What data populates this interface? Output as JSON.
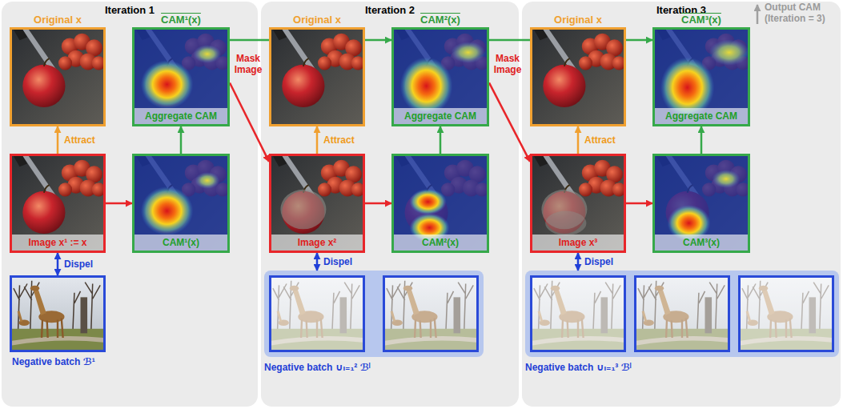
{
  "diagram": {
    "nodes": [
      {
        "text": [
          "Iteration 1"
        ]
      },
      {
        "text": [
          "Original x"
        ],
        "in": 0
      },
      {
        "text": [
          "CAM¹(x)",
          "Aggregate CAM"
        ],
        "in": 0
      },
      {
        "text": [
          "Image x¹ := x"
        ],
        "in": 0
      },
      {
        "text": [
          "CAM¹(x)"
        ],
        "in": 0
      },
      {
        "text": [
          "Negative batch ℬ¹"
        ],
        "in": 0
      },
      {
        "text": [
          "Iteration 2"
        ]
      },
      {
        "text": [
          "Original x"
        ],
        "in": 6
      },
      {
        "text": [
          "CAM²(x)",
          "Aggregate CAM"
        ],
        "in": 6
      },
      {
        "text": [
          "Image x²"
        ],
        "in": 6
      },
      {
        "text": [
          "CAM²(x)"
        ],
        "in": 6
      },
      {
        "text": [
          "Negative batch ∪ₗ₌₁² ℬˡ"
        ],
        "in": 6
      },
      {
        "text": [
          "Iteration 3"
        ]
      },
      {
        "text": [
          "Original x"
        ],
        "in": 12
      },
      {
        "text": [
          "CAM³(x)",
          "Aggregate CAM"
        ],
        "in": 12
      },
      {
        "text": [
          "Image x³"
        ],
        "in": 12
      },
      {
        "text": [
          "CAM³(x)"
        ],
        "in": 12
      },
      {
        "text": [
          "Negative batch ∪ₗ₌₁³ ℬˡ"
        ],
        "in": 12
      }
    ],
    "edges": [
      {
        "from": 3,
        "to": 1,
        "label": "Attract",
        "arrow": "to"
      },
      {
        "from": 3,
        "to": 5,
        "label": "Dispel",
        "arrow": "both"
      },
      {
        "from": 3,
        "to": 4,
        "arrow": "to"
      },
      {
        "from": 4,
        "to": 2,
        "arrow": "to"
      },
      {
        "from": 2,
        "to": 8,
        "arrow": "to"
      },
      {
        "from": 2,
        "to": 9,
        "label": "Mask Image",
        "arrow": "to"
      },
      {
        "from": 9,
        "to": 7,
        "label": "Attract",
        "arrow": "to"
      },
      {
        "from": 9,
        "to": 11,
        "label": "Dispel",
        "arrow": "both"
      },
      {
        "from": 9,
        "to": 10,
        "arrow": "to"
      },
      {
        "from": 10,
        "to": 8,
        "arrow": "to"
      },
      {
        "from": 8,
        "to": 14,
        "arrow": "to"
      },
      {
        "from": 8,
        "to": 15,
        "label": "Mask Image",
        "arrow": "to"
      },
      {
        "from": 15,
        "to": 13,
        "label": "Attract",
        "arrow": "to"
      },
      {
        "from": 15,
        "to": 17,
        "label": "Dispel",
        "arrow": "both"
      },
      {
        "from": 15,
        "to": 16,
        "arrow": "to"
      },
      {
        "from": 16,
        "to": 14,
        "arrow": "to"
      }
    ],
    "labels": [
      "Output CAM (Iteration = 3)"
    ]
  }
}
